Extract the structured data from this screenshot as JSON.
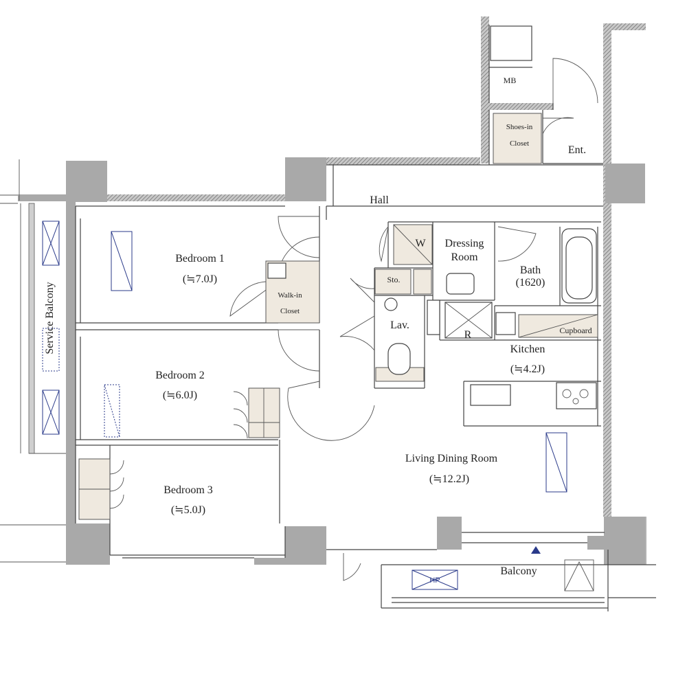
{
  "rooms": {
    "mb": "MB",
    "shoes_closet_1": "Shoes-in",
    "shoes_closet_2": "Closet",
    "entrance": "Ent.",
    "hall": "Hall",
    "bedroom1": {
      "name": "Bedroom 1",
      "size": "(≒7.0J)"
    },
    "bedroom2": {
      "name": "Bedroom 2",
      "size": "(≒6.0J)"
    },
    "bedroom3": {
      "name": "Bedroom 3",
      "size": "(≒5.0J)"
    },
    "walkin_1": "Walk-in",
    "walkin_2": "Closet",
    "w": "W",
    "dressing_1": "Dressing",
    "dressing_2": "Room",
    "bath": {
      "name": "Bath",
      "size": "(1620)"
    },
    "sto": "Sto.",
    "lav": "Lav.",
    "r": "R",
    "cupboard": "Cupboard",
    "kitchen": {
      "name": "Kitchen",
      "size": "(≒4.2J)"
    },
    "ldr": {
      "name": "Living Dining Room",
      "size": "(≒12.2J)"
    },
    "balcony": "Balcony",
    "service_balcony": "Service Balcony",
    "hp": "HP"
  },
  "colors": {
    "wall": "#a9a9a9",
    "storage": "#efe9df",
    "fixture_marker": "#2a3a8a"
  }
}
